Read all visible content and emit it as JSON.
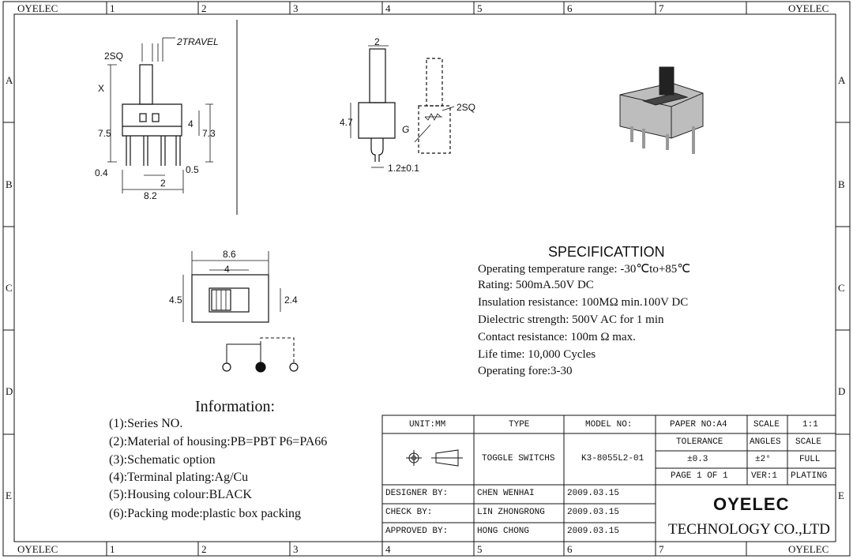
{
  "frame": {
    "corner_label": "OYELEC",
    "columns": [
      "1",
      "2",
      "3",
      "4",
      "5",
      "6",
      "7"
    ],
    "rows": [
      "A",
      "B",
      "C",
      "D",
      "E"
    ]
  },
  "drawing": {
    "side_dims": {
      "sq": "2SQ",
      "travel": "2TRAVEL",
      "x": "X",
      "h1": "7.5",
      "h2": "4",
      "h3": "7.3",
      "pin": "0.4",
      "pitch": "2",
      "pin2": "0.5",
      "width": "8.2"
    },
    "front_dims": {
      "top": "2",
      "height": "4.7",
      "g": "G",
      "sq": "2SQ",
      "foot": "1.2±0.1"
    },
    "top_dims": {
      "width": "8.6",
      "slot": "4",
      "depth": "4.5",
      "slider": "2.4"
    }
  },
  "specification": {
    "title": "SPECIFICATTION",
    "lines": [
      "Operating temperature range: -30℃to+85℃",
      "Rating: 500mA.50V DC",
      "Insulation resistance: 100MΩ min.100V DC",
      "Dielectric strength: 500V AC for 1 min",
      "Contact resistance: 100m Ω max.",
      "Life time: 10,000 Cycles",
      "Operating fore:3-30"
    ]
  },
  "information": {
    "title": "Information:",
    "lines": [
      "(1):Series NO.",
      "(2):Material of housing:PB=PBT P6=PA66",
      "(3):Schematic option",
      "(4):Terminal plating:Ag/Cu",
      "(5):Housing colour:BLACK",
      "(6):Packing mode:plastic box packing"
    ]
  },
  "title_block": {
    "unit": "UNIT:MM",
    "type_label": "TYPE",
    "model_label": "MODEL NO:",
    "paper": "PAPER NO:A4",
    "scale_label": "SCALE",
    "scale_value": "1:1",
    "tolerance_label": "TOLERANCE",
    "angles_label": "ANGLES",
    "scale_label2": "SCALE",
    "type_value": "TOGGLE SWITCHS",
    "model_value": "K3-8055L2-01",
    "tolerance_value": "±0.3",
    "angles_value": "±2°",
    "scale_value2": "FULL",
    "page": "PAGE 1 OF 1",
    "ver": "VER:1",
    "plating": "PLATING",
    "designer_label": "DESIGNER BY:",
    "designer": "CHEN WENHAI",
    "designer_date": "2009.03.15",
    "check_label": "CHECK BY:",
    "checker": "LIN ZHONGRONG",
    "check_date": "2009.03.15",
    "approved_label": "APPROVED BY:",
    "approver": "HONG CHONG",
    "approved_date": "2009.03.15",
    "logo": "OYELEC",
    "company": "TECHNOLOGY CO.,LTD"
  }
}
